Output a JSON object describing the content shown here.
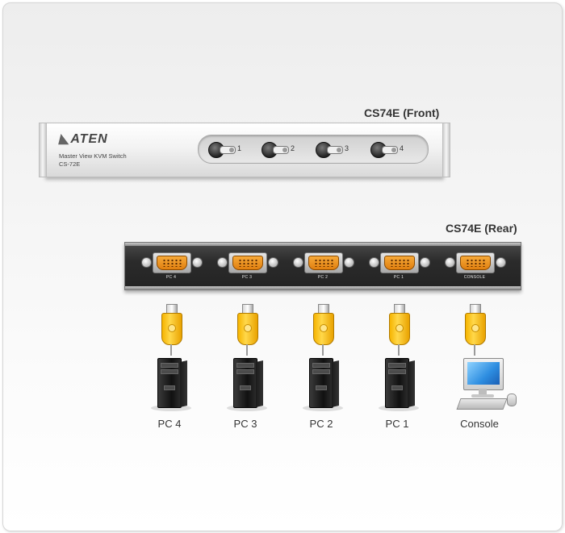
{
  "front_title": "CS74E (Front)",
  "rear_title": "CS74E (Rear)",
  "front_panel": {
    "brand": "ATEN",
    "product_line": "Master View KVM Switch",
    "model": "CS-72E",
    "switch_numbers": [
      "1",
      "2",
      "3",
      "4"
    ]
  },
  "rear_panel": {
    "port_labels": [
      "PC 4",
      "PC 3",
      "PC 2",
      "PC 1",
      "CONSOLE"
    ]
  },
  "devices": [
    "PC 4",
    "PC 3",
    "PC 2",
    "PC 1",
    "Console"
  ],
  "colors": {
    "vga_orange": "#f39a1f",
    "cable_yellow": "#f6b400",
    "rear_panel": "#2b2b2b"
  }
}
